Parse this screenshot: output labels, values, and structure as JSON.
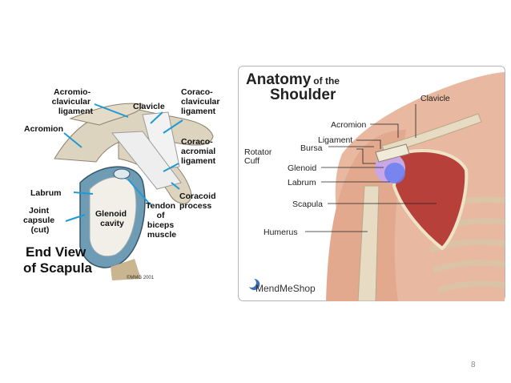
{
  "left": {
    "labels": {
      "acromioclavicular": [
        "Acromio-",
        "clavicular",
        "ligament"
      ],
      "clavicle": "Clavicle",
      "coracoclavicular": [
        "Coraco-",
        "clavicular",
        "ligament"
      ],
      "acromion": "Acromion",
      "coracoacromial": [
        "Coraco-",
        "acromial",
        "ligament"
      ],
      "labrum": "Labrum",
      "coracoid_process": [
        "Coracoid",
        "process"
      ],
      "joint_capsule": [
        "Joint",
        "capsule",
        "(cut)"
      ],
      "glenoid_cavity": [
        "Glenoid",
        "cavity"
      ],
      "biceps_tendon": [
        "Tendon",
        "of",
        "biceps",
        "muscle"
      ]
    },
    "title": [
      "End View",
      "of Scapula"
    ],
    "copyright": "©MMG 2001"
  },
  "right": {
    "title_main": "Anatomy",
    "title_small": "of the",
    "title_second": "Shoulder",
    "labels": {
      "clavicle": "Clavicle",
      "acromion": "Acromion",
      "ligament": "Ligament",
      "rotator": "Rotator",
      "cuff": "Cuff",
      "bursa": "Bursa",
      "glenoid": "Glenoid",
      "labrum": "Labrum",
      "scapula": "Scapula",
      "humerus": "Humerus"
    },
    "brand": "MendMeShop",
    "brand_icon": "crescent-logo-icon"
  },
  "slide_number": "8",
  "colors": {
    "label_line": "#1f9bd4",
    "bone": "#e7dcc3",
    "scapula_muscle": "#b8403a",
    "skin": "#e8b9a0"
  }
}
